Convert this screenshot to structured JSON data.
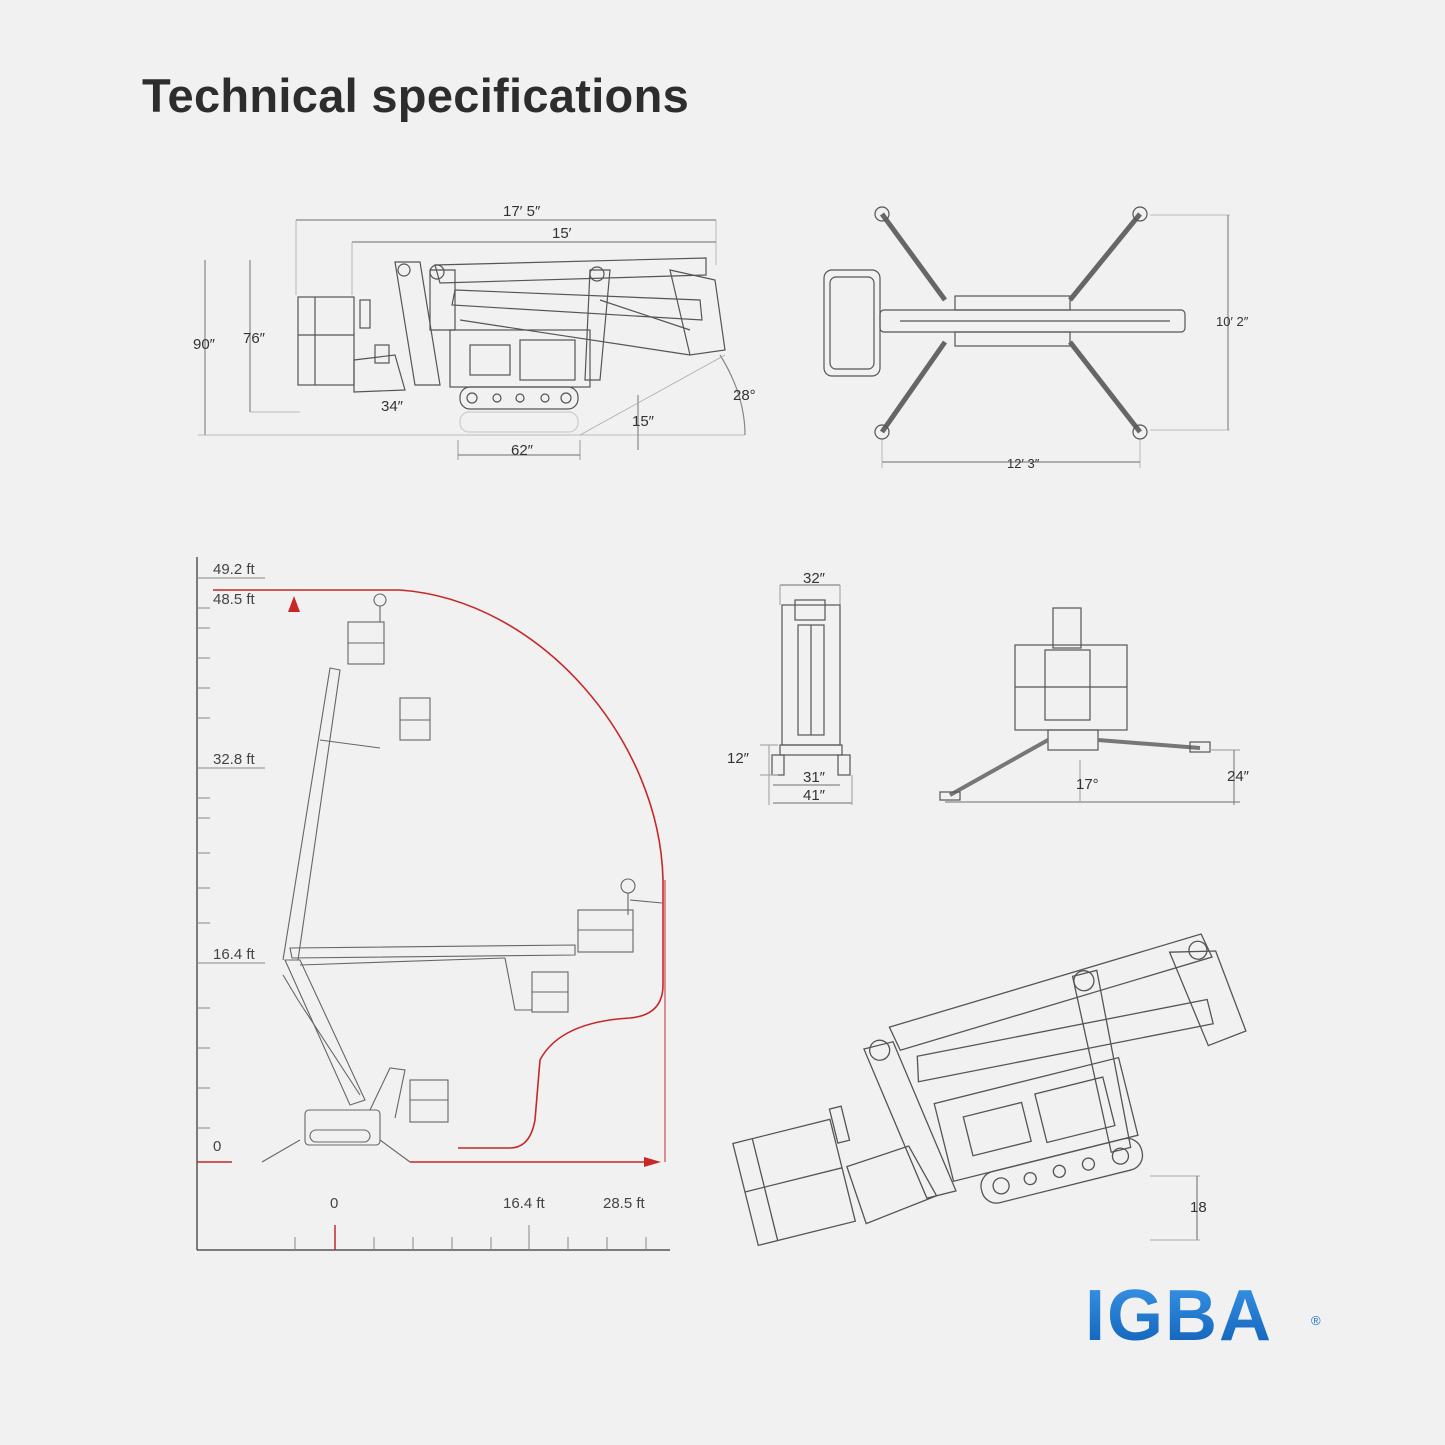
{
  "page": {
    "title": "Technical specifications"
  },
  "side_view": {
    "dims": {
      "overall_length": "17′ 5″",
      "length_15": "15′",
      "height_90": "90″",
      "height_76": "76″",
      "dim_34": "34″",
      "angle_28": "28°",
      "dim_15": "15″",
      "track_62": "62″"
    }
  },
  "top_view": {
    "dims": {
      "width_outriggers": "10′ 2″",
      "length_outriggers": "12′ 3″"
    }
  },
  "working_range": {
    "y_ticks": [
      "49.2 ft",
      "48.5 ft",
      "32.8 ft",
      "16.4 ft",
      "0"
    ],
    "x_ticks": [
      "0",
      "16.4 ft",
      "28.5 ft"
    ],
    "colors": {
      "envelope": "#c62828",
      "axis": "#555555"
    }
  },
  "front_view": {
    "dims": {
      "width_32": "32″",
      "height_12": "12″",
      "width_31": "31″",
      "width_41": "41″"
    }
  },
  "rear_view": {
    "dims": {
      "angle_17": "17°",
      "height_24": "24″"
    }
  },
  "tilted_view": {
    "dims": {
      "value_18": "18"
    }
  },
  "brand": {
    "name": "IGBA",
    "registered": "®",
    "color": "#1a73c9"
  }
}
